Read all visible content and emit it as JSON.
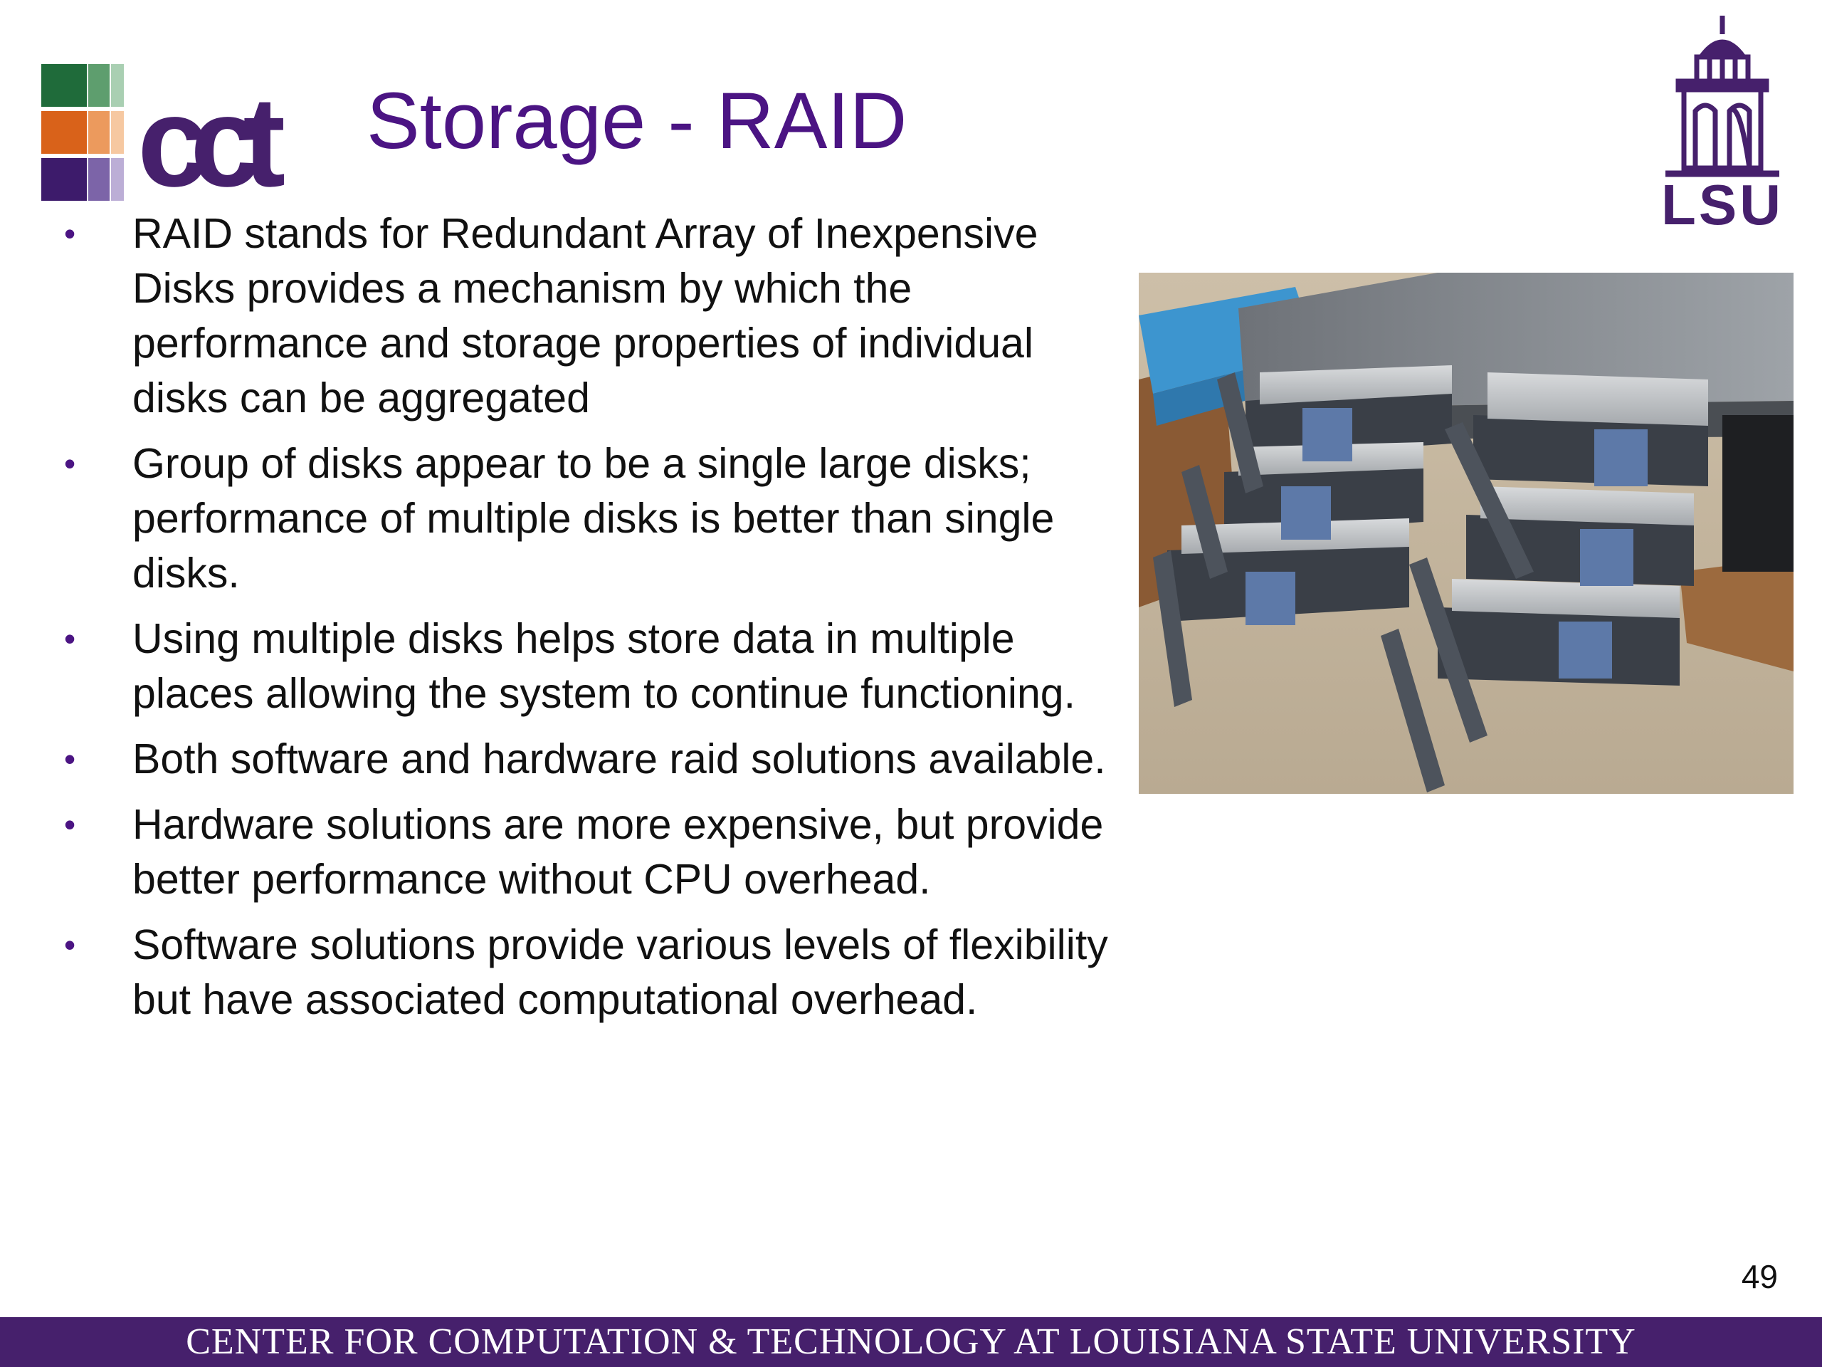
{
  "slide": {
    "title": "Storage - RAID",
    "page_number": "49",
    "footer": "CENTER FOR COMPUTATION & TECHNOLOGY AT LOUISIANA STATE UNIVERSITY"
  },
  "logos": {
    "cct_text": "cct",
    "lsu_text": "LSU"
  },
  "bullets": [
    "RAID stands for Redundant Array of Inexpensive Disks provides a mechanism by which the performance and storage properties of individual disks can be aggregated",
    "Group of disks appear to be a single large disks; performance of multiple disks is better than single disks.",
    "Using multiple disks helps store data in multiple places allowing the system to continue functioning.",
    "Both software and hardware raid solutions available.",
    "Hardware solutions are more expensive, but provide better performance without CPU overhead.",
    "Software solutions provide various levels of flexibility but have associated computational overhead."
  ],
  "bullet_marker": "•",
  "colors": {
    "brand_purple": "#46206c",
    "title_purple": "#4b1483",
    "grid_green": "#1f6b3a",
    "grid_orange": "#d9621a",
    "grid_purple": "#3d1b6b"
  },
  "icons": {
    "cct_logo": "cct-logo-icon",
    "lsu_logo": "lsu-tower-icon",
    "photo": "raid-disk-array-photo"
  }
}
